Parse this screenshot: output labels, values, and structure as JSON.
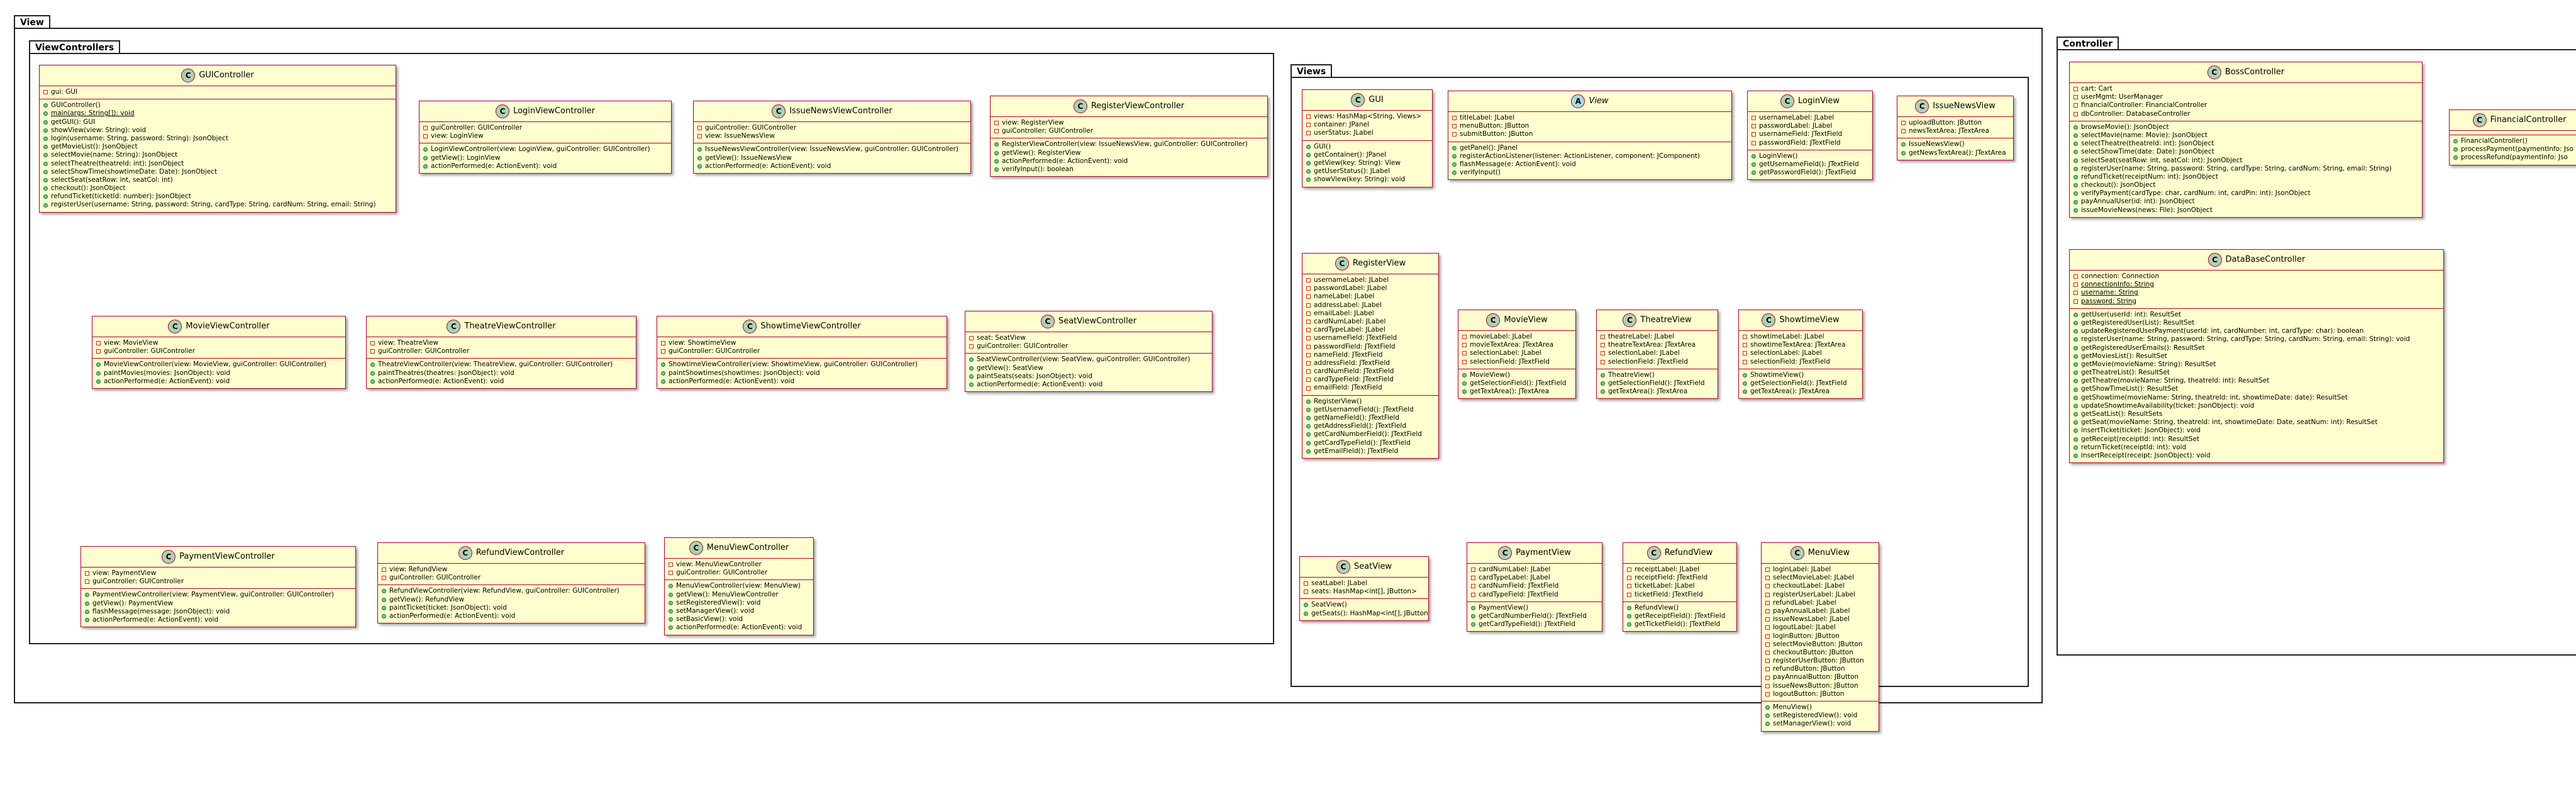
{
  "packages": {
    "view": "View",
    "view_controllers": "ViewControllers",
    "views": "Views",
    "controller": "Controller"
  },
  "classes": {
    "gui_controller": {
      "name": "GUIController",
      "attributes": [
        "gui: GUI"
      ],
      "methods": [
        "GUIController()",
        "main(args: String[]): void",
        "getGUI(): GUI",
        "showView(view: String): void",
        "login(username: String, password: String): JsonObject",
        "getMovieList(): JsonObject",
        "selectMovie(name: String): JsonObject",
        "selectTheatre(theatreId: int): JsonObject",
        "selectShowTime(showtimeDate: Date): JsonObject",
        "selectSeat(seatRow: int, seatCol: int)",
        "checkout(): JsonObject",
        "refundTicket(ticketId: number): JsonObject",
        "registerUser(username: String, password: String, cardType: String, cardNum: String, email: String)"
      ]
    },
    "login_view_controller": {
      "name": "LoginViewController",
      "attributes": [
        "guiController: GUIController",
        "view: LoginView"
      ],
      "methods": [
        "LoginViewController(view: LoginView, guiController: GUIController)",
        "getView(): LoginView",
        "actionPerformed(e: ActionEvent): void"
      ]
    },
    "issue_news_view_controller": {
      "name": "IssueNewsViewController",
      "attributes": [
        "guiController: GUIController",
        "view: IssueNewsView"
      ],
      "methods": [
        "IssueNewsViewController(view: IssueNewsView, guiController: GUIController)",
        "getView(): IssueNewsView",
        "actionPerformed(e: ActionEvent): void"
      ]
    },
    "register_view_controller": {
      "name": "RegisterViewController",
      "attributes": [
        "view: RegisterView",
        "guiController: GUIController"
      ],
      "methods": [
        "RegisterViewController(view: IssueNewsView, guiController: GUIController)",
        "getView(): RegisterView",
        "actionPerformed(e: ActionEvent): void",
        "verifyInput(): boolean"
      ]
    },
    "movie_view_controller": {
      "name": "MovieViewController",
      "attributes": [
        "view: MovieView",
        "guiController: GUIController"
      ],
      "methods": [
        "MovieViewController(view: MovieView, guiController: GUIController)",
        "paintMovies(movies: JsonObject): void",
        "actionPerformed(e: ActionEvent): void"
      ]
    },
    "theatre_view_controller": {
      "name": "TheatreViewController",
      "attributes": [
        "view: TheatreView",
        "guiController: GUIController"
      ],
      "methods": [
        "TheatreViewController(view: TheatreView, guiController: GUIController)",
        "paintTheatres(theatres: JsonObject): void",
        "actionPerformed(e: ActionEvent): void"
      ]
    },
    "showtime_view_controller": {
      "name": "ShowtimeViewController",
      "attributes": [
        "view: ShowtimeView",
        "guiController: GUIController"
      ],
      "methods": [
        "ShowtimeViewController(view: ShowtimeView, guiController: GUIController)",
        "paintShowtimes(showtimes: JsonObject): void",
        "actionPerformed(e: ActionEvent): void"
      ]
    },
    "seat_view_controller": {
      "name": "SeatViewController",
      "attributes": [
        "seat: SeatView",
        "guiController: GUIController"
      ],
      "methods": [
        "SeatViewController(view: SeatView, guiController: GUIController)",
        "getView(): SeatView",
        "paintSeats(seats: JsonObject): void",
        "actionPerformed(e: ActionEvent): void"
      ]
    },
    "payment_view_controller": {
      "name": "PaymentViewController",
      "attributes": [
        "view: PaymentView",
        "guiController: GUIController"
      ],
      "methods": [
        "PaymentViewController(view: PaymentView, guiController: GUIController)",
        "getView(): PaymentView",
        "flashMessage(message: JsonObject): void",
        "actionPerformed(e: ActionEvent): void"
      ]
    },
    "refund_view_controller": {
      "name": "RefundViewController",
      "attributes": [
        "view: RefundView",
        "guiController: GUIController"
      ],
      "methods": [
        "RefundViewController(view: RefundView, guiController: GUIController)",
        "getView(): RefundView",
        "paintTicket(ticket: JsonObject): void",
        "actionPerformed(e: ActionEvent): void"
      ]
    },
    "menu_view_controller": {
      "name": "MenuViewController",
      "attributes": [
        "view: MenuViewController",
        "guiController: GUIController"
      ],
      "methods": [
        "MenuViewController(view: MenuView)",
        "getView(): MenuViewController",
        "setRegisteredView(): void",
        "setManagerView(): void",
        "setBasicView(): void",
        "actionPerformed(e: ActionEvent): void"
      ]
    },
    "gui": {
      "name": "GUI",
      "attributes": [
        "views: HashMap<String, Views>",
        "container: JPanel",
        "userStatus: JLabel"
      ],
      "methods": [
        "GUI()",
        "getContainer(): JPanel",
        "getView(key: String): View",
        "getUserStatus(): JLabel",
        "showView(key: String): void"
      ]
    },
    "view": {
      "name": "View",
      "attributes": [
        "titleLabel: JLabel",
        "menuButton: JButton",
        "submitButton: JButton"
      ],
      "methods": [
        "getPanel(): JPanel",
        "registerActionListener(listener: ActionListener, component: JComponent)",
        "flashMessage(e: ActionEvent): void",
        "verifyInput()"
      ]
    },
    "login_view": {
      "name": "LoginView",
      "attributes": [
        "usernameLabel: JLabel",
        "passwordLabel: JLabel",
        "usernameField: JTextField",
        "passwordField: JTextField"
      ],
      "methods": [
        "LoginView()",
        "getUsernameField(): JTextField",
        "getPasswordField(): JTextField"
      ]
    },
    "issue_news_view": {
      "name": "IssueNewsView",
      "attributes": [
        "uploadButton: JButton",
        "newsTextArea: JTextArea"
      ],
      "methods": [
        "IssueNewsView()",
        "getNewsTextArea(): JTextArea"
      ]
    },
    "register_view": {
      "name": "RegisterView",
      "attributes": [
        "usernameLabel: JLabel",
        "passwordLabel: JLabel",
        "nameLabel: JLabel",
        "addressLabel: JLabel",
        "emailLabel: JLabel",
        "cardNumLabel: JLabel",
        "cardTypeLabel: JLabel",
        "usernameField: JTextField",
        "passwordField: JTextField",
        "nameField: JTextField",
        "addressField: JTextField",
        "cardNumField: JTextField",
        "cardTypeField: JTextField",
        "emailField: JTextField"
      ],
      "methods": [
        "RegisterView()",
        "getUsernameField(): JTextField",
        "getNameField(): JTextField",
        "getAddressField(): JTextField",
        "getCardNumberField(): JTextField",
        "getCardTypeField(): JTextField",
        "getEmailField(): JTextField"
      ]
    },
    "movie_view": {
      "name": "MovieView",
      "attributes": [
        "movieLabel: JLabel",
        "movieTextArea: JTextArea",
        "selectionLabel: JLabel",
        "selectionField: JTextField"
      ],
      "methods": [
        "MovieView()",
        "getSelectionField(): JTextField",
        "getTextArea(): JTextArea"
      ]
    },
    "theatre_view": {
      "name": "TheatreView",
      "attributes": [
        "theatreLabel: JLabel",
        "theatreTextArea: JTextArea",
        "selectionLabel: JLabel",
        "selectionField: JTextField"
      ],
      "methods": [
        "TheatreView()",
        "getSelectionField(): JTextField",
        "getTextArea(): JTextArea"
      ]
    },
    "showtime_view": {
      "name": "ShowtimeView",
      "attributes": [
        "showtimeLabel: JLabel",
        "showtimeTextArea: JTextArea",
        "selectionLabel: JLabel",
        "selectionField: JTextField"
      ],
      "methods": [
        "ShowtimeView()",
        "getSelectionField(): JTextField",
        "getTextArea(): JTextArea"
      ]
    },
    "seat_view": {
      "name": "SeatView",
      "attributes": [
        "seatLabel: JLabel",
        "seats: HashMap<int[], JButton>"
      ],
      "methods": [
        "SeatView()",
        "getSeats(): HashMap<int[], JButton>"
      ]
    },
    "payment_view": {
      "name": "PaymentView",
      "attributes": [
        "cardNumLabel: JLabel",
        "cardTypeLabel: JLabel",
        "cardNumField: JTextField",
        "cardTypeField: JTextField"
      ],
      "methods": [
        "PaymentView()",
        "getCardNumberField(): JTextField",
        "getCardTypeField(): JTextField"
      ]
    },
    "refund_view": {
      "name": "RefundView",
      "attributes": [
        "receiptLabel: JLabel",
        "receiptField: JTextField",
        "ticketLabel: JLabel",
        "ticketField: JTextField"
      ],
      "methods": [
        "RefundView()",
        "getReceiptField(): JTextField",
        "getTicketField(): JTextField"
      ]
    },
    "menu_view": {
      "name": "MenuView",
      "attributes": [
        "loginLabel: JLabel",
        "selectMovieLabel: JLabel",
        "checkoutLabel: JLabel",
        "registerUserLabel: JLabel",
        "refundLabel: JLabel",
        "payAnnualLabel: JLabel",
        "issueNewsLabel: JLabel",
        "logoutLabel: JLabel",
        "loginButton: JButton",
        "selectMovieButton: JButton",
        "checkoutButton: JButton",
        "registerUserButton: JButton",
        "refundButton: JButton",
        "payAnnualButton: JButton",
        "issueNewsButton: JButton",
        "logoutButton: JButton"
      ],
      "methods": [
        "MenuView()",
        "setRegisteredView(): void",
        "setManagerView(): void"
      ]
    },
    "boss_controller": {
      "name": "BossController",
      "attributes": [
        "cart: Cart",
        "userMgmt: UserManager",
        "financialController: FinancialController",
        "dbController: DatabaseController"
      ],
      "methods": [
        "browseMovie(): JsonObject",
        "selectMovie(name: Movie): JsonObject",
        "selectTheatre(theatreId: int): JsonObject",
        "selectShowTime(date: Date): JsonObject",
        "selectSeat(seatRow: int, seatCol: int): JsonObject",
        "registerUser(name: String, password: String, cardType: String, cardNum: String, email: String)",
        "refundTicket(receiptNum: int): JsonObject",
        "checkout(): JsonObject",
        "verifyPayment(cardType: char, cardNum: int, cardPin: int): JsonObject",
        "payAnnualUser(id: int): JsonObject",
        "issueMovieNews(news: File): JsonObject"
      ]
    },
    "financial_controller": {
      "name": "FinancialController",
      "attributes": [],
      "methods": [
        "FinancialController()",
        "processPayment(paymentInfo: Jso",
        "processRefund(paymentInfo: Jso"
      ]
    },
    "database_controller": {
      "name": "DataBaseController",
      "attributes": [
        "connection: Connection",
        "connectionInfo: String",
        "username: String",
        "password: String"
      ],
      "methods": [
        "getUser(userId: int): ResultSet",
        "getRegisteredUser(List): ResultSet",
        "updateRegisteredUserPayment(userId: int, cardNumber: int, cardType: char): boolean",
        "registerUser(name: String, password: String, cardType: String, cardNum: String, email: String): void",
        "getRegisteredUserEmails(): ResultSet",
        "getMoviesList(): ResultSet",
        "getMovie(movieName: String): ResultSet",
        "getTheatreList(): ResultSet",
        "getTheatre(movieName: String, theatreId: int): ResultSet",
        "getShowTimeList(): ResultSet",
        "getShowtime(movieName: String, theatreId: int, showtimeDate: date): ResultSet",
        "updateShowtimeAvailability(ticket: JsonObject): void",
        "getSeatList(): ResultSets",
        "getSeat(movieName: String, theatreId: int, showtimeDate: Date, seatNum: int): ResultSet",
        "insertTicket(ticket: JsonObject): void",
        "getReceipt(receiptId: int): ResultSet",
        "returnTicket(receiptId: int): void",
        "insertReceipt(receipt: JsonObject): void"
      ]
    }
  }
}
